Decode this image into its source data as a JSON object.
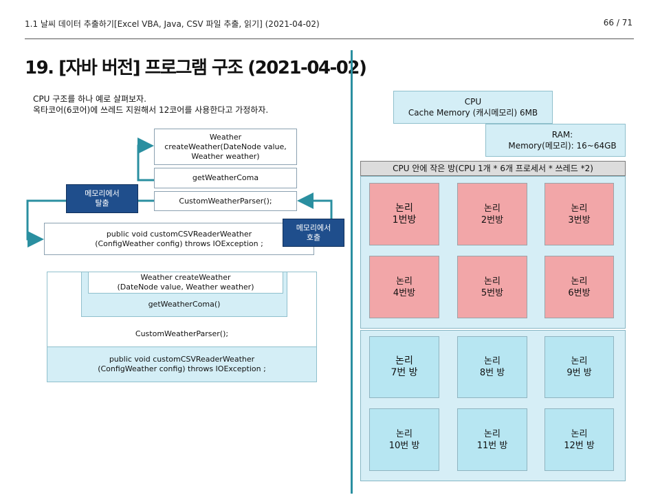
{
  "header": {
    "doc_title": "1.1 날씨 데이터 추출하기[Excel VBA, Java, CSV 파일 추출, 읽기] (2021-04-02)",
    "page": "66 / 71"
  },
  "title": "19. [자바 버전] 프로그램 구조 (2021-04-02)",
  "intro": {
    "line1": "CPU 구조를 하나 예로 살펴보자.",
    "line2": "옥타코어(6코어)에 쓰레드 지원해서 12코어를 사용한다고 가정하자."
  },
  "diagram1": {
    "create_weather": "Weather\ncreateWeather(DateNode value,\nWeather weather)",
    "get_coma": "getWeatherComa",
    "parser": "CustomWeatherParser();",
    "reader": "public void customCSVReaderWeather\n(ConfigWeather config) throws IOException ;",
    "label_escape": "메모리에서\n탈출",
    "label_call": "메모리에서\n호출"
  },
  "diagram2": {
    "create_weather": "Weather createWeather\n(DateNode value, Weather weather)",
    "get_coma": "getWeatherComa()",
    "parser": "CustomWeatherParser();",
    "reader": "public void customCSVReaderWeather\n(ConfigWeather config) throws IOException ;"
  },
  "cpu": {
    "cache": "CPU\nCache Memory (캐시메모리)  6MB",
    "ram": "RAM:\nMemory(메모리): 16~64GB",
    "rooms_header": "CPU 안에 작은 방(CPU 1개 * 6개 프로세서 * 쓰레드 *2)",
    "rooms": [
      "논리\n1번방",
      "논리\n2번방",
      "논리\n3번방",
      "논리\n4번방",
      "논리\n5번방",
      "논리\n6번방",
      "논리\n7번 방",
      "논리\n8번 방",
      "논리\n9번 방",
      "논리\n10번 방",
      "논리\n11번 방",
      "논리\n12번 방"
    ]
  },
  "colors": {
    "accent": "#2a8fa0",
    "label_blue": "#1f4e8c",
    "room_red": "#f2a6a8",
    "room_cyan": "#b7e6f2",
    "panel": "#d6eef6"
  }
}
